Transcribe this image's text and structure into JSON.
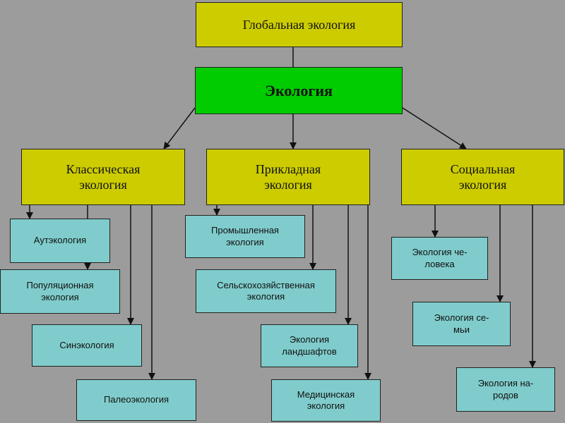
{
  "nodes": {
    "global": "Глобальная экология",
    "ecology": "Экология",
    "classic": "Классическая\nэкология",
    "applied": "Прикладная\nэкология",
    "social": "Социальная\nэкология",
    "autecology": "Аутэкология",
    "population": "Популяционная\nэкология",
    "synecology": "Синэкология",
    "paleo": "Палеоэкология",
    "industrial": "Промышленная\nэкология",
    "agricultural": "Сельскохозяйственная\nэкология",
    "landscape": "Экология\nландшафтов",
    "medical": "Медицинская\nэкология",
    "human": "Экология че-\nловека",
    "family": "Экология се-\nмьи",
    "peoples": "Экология на-\nродов"
  },
  "colors": {
    "top_level": "#cccc00",
    "center": "#00cc00",
    "leaf": "#80cccc",
    "background": "#9c9c9c",
    "line": "#111111"
  }
}
